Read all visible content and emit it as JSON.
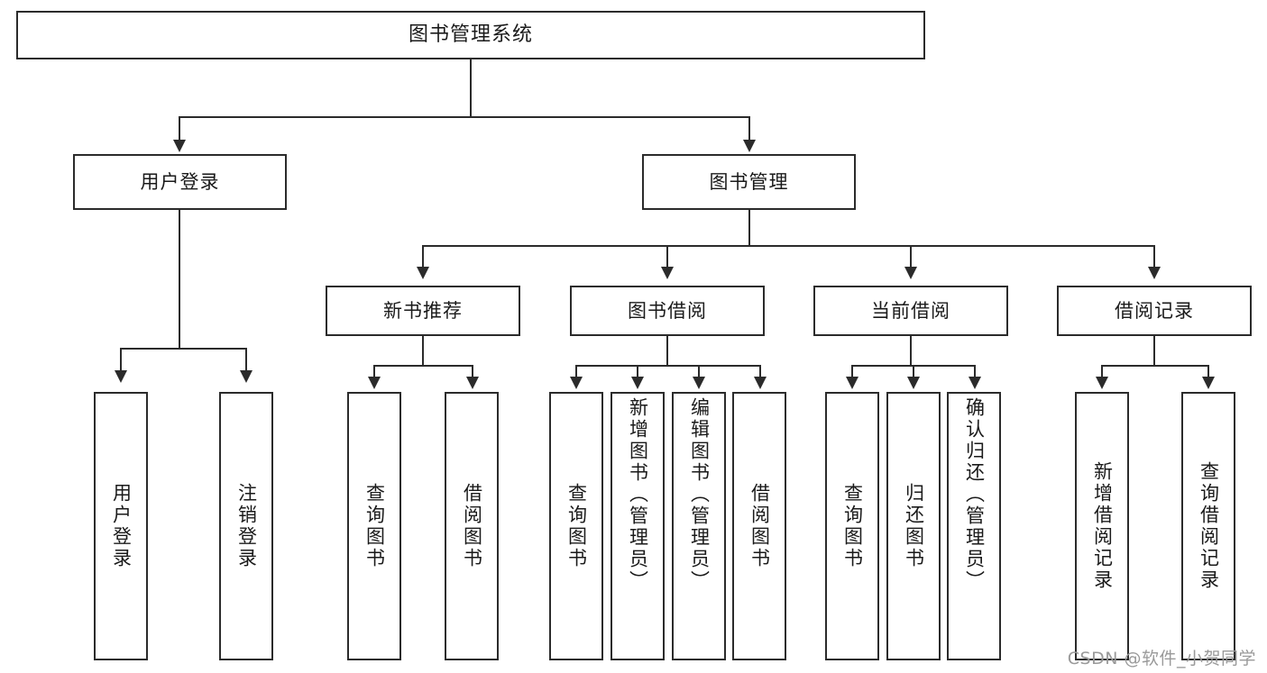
{
  "diagram": {
    "type": "tree",
    "title": "图书管理系统",
    "watermark": "CSDN @软件_小贺同学",
    "colors": {
      "box_border": "#2b2b2b",
      "box_fill": "#ffffff",
      "text": "#1a1a1a",
      "connector": "#2b2b2b",
      "watermark": "#9a9a9a",
      "background": "#ffffff"
    },
    "root": {
      "label": "图书管理系统"
    },
    "level2": [
      {
        "id": "user-login",
        "label": "用户登录"
      },
      {
        "id": "book-manage",
        "label": "图书管理"
      }
    ],
    "level3": [
      {
        "id": "new-book-recommend",
        "label": "新书推荐",
        "parent": "book-manage"
      },
      {
        "id": "book-borrow",
        "label": "图书借阅",
        "parent": "book-manage"
      },
      {
        "id": "current-borrow",
        "label": "当前借阅",
        "parent": "book-manage"
      },
      {
        "id": "borrow-record",
        "label": "借阅记录",
        "parent": "book-manage"
      }
    ],
    "leaves": [
      {
        "id": "leaf-user-login",
        "label": "用户登录",
        "parent": "user-login"
      },
      {
        "id": "leaf-logout-login",
        "label": "注销登录",
        "parent": "user-login"
      },
      {
        "id": "leaf-query-book-1",
        "label": "查询图书",
        "parent": "new-book-recommend"
      },
      {
        "id": "leaf-borrow-book-1",
        "label": "借阅图书",
        "parent": "new-book-recommend"
      },
      {
        "id": "leaf-query-book-2",
        "label": "查询图书",
        "parent": "book-borrow"
      },
      {
        "id": "leaf-add-book",
        "label": "新增图书（管理员）",
        "parent": "book-borrow"
      },
      {
        "id": "leaf-edit-book",
        "label": "编辑图书（管理员）",
        "parent": "book-borrow"
      },
      {
        "id": "leaf-borrow-book-2",
        "label": "借阅图书",
        "parent": "book-borrow"
      },
      {
        "id": "leaf-query-book-3",
        "label": "查询图书",
        "parent": "current-borrow"
      },
      {
        "id": "leaf-return-book",
        "label": "归还图书",
        "parent": "current-borrow"
      },
      {
        "id": "leaf-confirm-return",
        "label": "确认归还（管理员）",
        "parent": "current-borrow"
      },
      {
        "id": "leaf-add-record",
        "label": "新增借阅记录",
        "parent": "borrow-record"
      },
      {
        "id": "leaf-query-record",
        "label": "查询借阅记录",
        "parent": "borrow-record"
      }
    ]
  }
}
